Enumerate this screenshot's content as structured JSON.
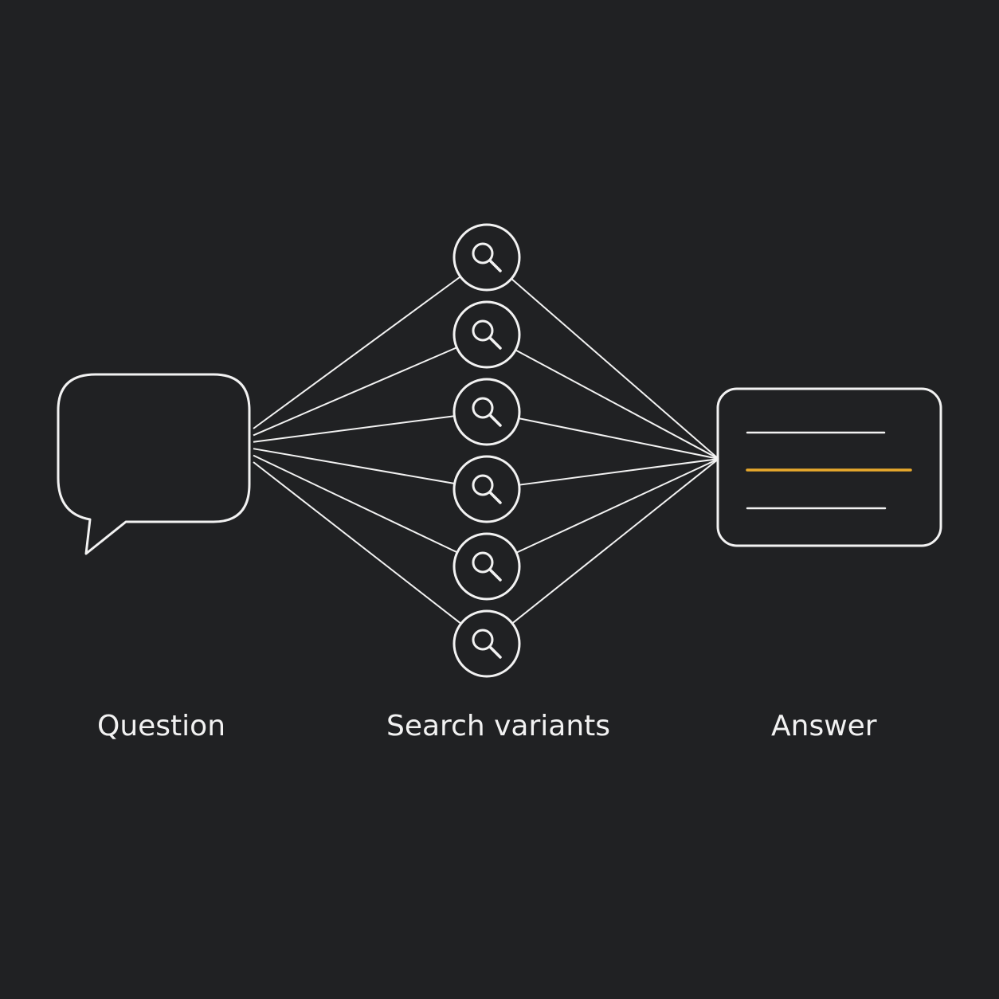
{
  "colors": {
    "background": "#202123",
    "stroke": "#f2f2f2",
    "highlight": "#e8a92c"
  },
  "labels": {
    "question": "Question",
    "search_variants": "Search variants",
    "answer": "Answer"
  },
  "icons": {
    "question": "speech-bubble-icon",
    "search": "magnifier-icon",
    "answer": "document-card-icon"
  },
  "search_variant_count": 6,
  "answer_lines": [
    {
      "highlighted": false
    },
    {
      "highlighted": true
    },
    {
      "highlighted": false
    }
  ]
}
